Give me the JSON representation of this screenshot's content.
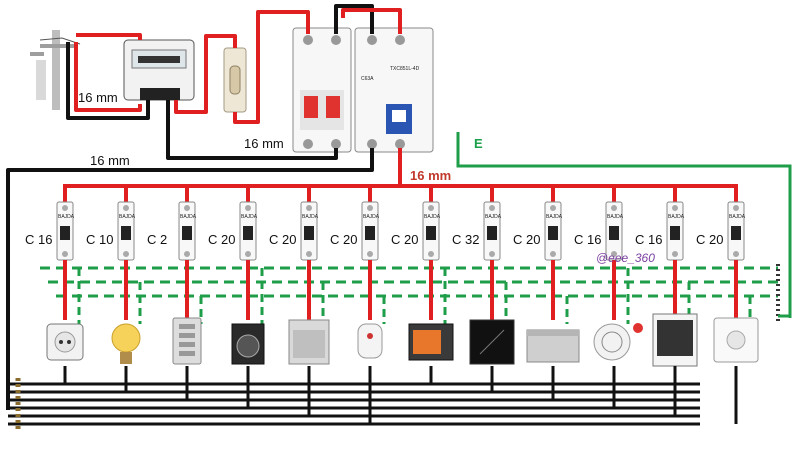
{
  "labels": {
    "feed_size_top": "16 mm",
    "feed_size_switch": "16 mm",
    "neutral_size": "16 mm",
    "busbar_size": "16 mm",
    "earth": "E"
  },
  "main_switch": {
    "model": "TXC851L-4D",
    "rating": "C63A"
  },
  "watermark": "@eee_360",
  "breaker_brand": "BAJDA",
  "colors": {
    "phase": "#e02020",
    "neutral": "#111111",
    "earth": "#1f9e4a"
  },
  "circuits": [
    {
      "rating": "C 16",
      "appliance": "socket-outlet"
    },
    {
      "rating": "C 10",
      "appliance": "light-bulb"
    },
    {
      "rating": "C 2",
      "appliance": "intercom"
    },
    {
      "rating": "C 20",
      "appliance": "washing-machine"
    },
    {
      "rating": "C 20",
      "appliance": "dishwasher"
    },
    {
      "rating": "C 20",
      "appliance": "water-heater"
    },
    {
      "rating": "C 20",
      "appliance": "oven"
    },
    {
      "rating": "C 32",
      "appliance": "induction-hob"
    },
    {
      "rating": "C 20",
      "appliance": "chest-freezer"
    },
    {
      "rating": "C 16",
      "appliance": "air-conditioner"
    },
    {
      "rating": "C 16",
      "appliance": "window-blind"
    },
    {
      "rating": "C 20",
      "appliance": "universal-socket"
    }
  ]
}
